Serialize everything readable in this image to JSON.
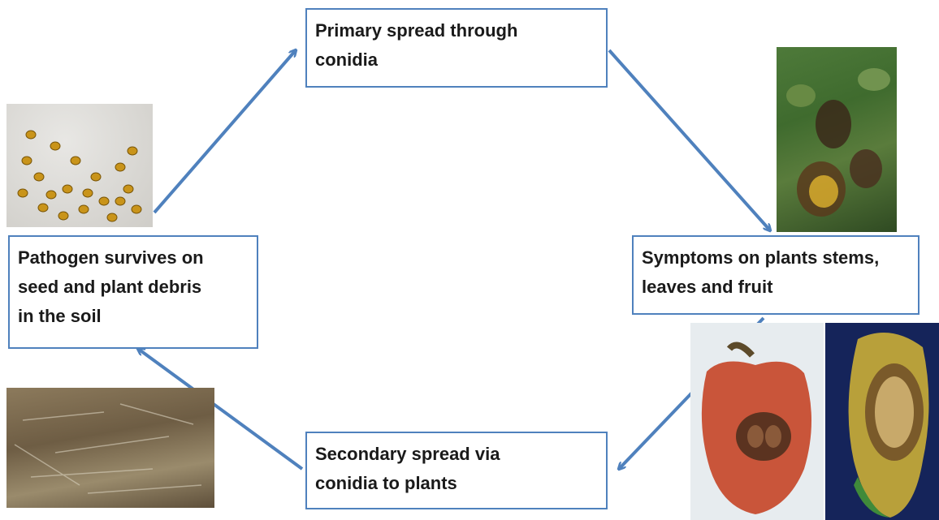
{
  "diagram": {
    "nodes": [
      {
        "id": "primary",
        "text": "Primary spread through\nconidia"
      },
      {
        "id": "symptoms",
        "text": "Symptoms on plants stems,\nleaves and fruit"
      },
      {
        "id": "secondary",
        "text": "Secondary spread  via\nconidia to plants"
      },
      {
        "id": "survival",
        "text": "Pathogen survives on\nseed and plant debris\nin the soil"
      }
    ],
    "edges": [
      {
        "from": "survival",
        "to": "primary"
      },
      {
        "from": "primary",
        "to": "symptoms"
      },
      {
        "from": "symptoms",
        "to": "secondary"
      },
      {
        "from": "secondary",
        "to": "survival"
      }
    ],
    "colors": {
      "arrow": "#4f81bd",
      "box_border": "#4f81bd"
    },
    "photos": [
      {
        "id": "seeds",
        "depicts": "seed-photo"
      },
      {
        "id": "plant",
        "depicts": "infected-plant-photo"
      },
      {
        "id": "fruit-red",
        "depicts": "infected-red-pepper-photo"
      },
      {
        "id": "fruit-yellow",
        "depicts": "infected-yellow-pepper-photo"
      },
      {
        "id": "debris",
        "depicts": "plant-debris-soil-photo"
      }
    ]
  }
}
